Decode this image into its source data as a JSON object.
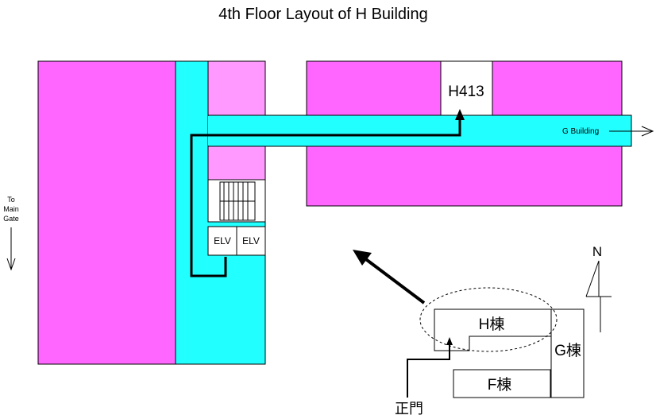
{
  "title": "4th Floor Layout of H Building",
  "labels": {
    "room": "H413",
    "g_building": "G Building",
    "to_main_gate": [
      "To",
      "Main",
      "Gate"
    ],
    "elevator_left": "ELV",
    "elevator_right": "ELV",
    "north": "N"
  },
  "inset": {
    "h_building": "H棟",
    "g_building": "G棟",
    "f_building": "F棟",
    "main_gate": "正門"
  },
  "colors": {
    "room_magenta": "#ff66ff",
    "room_light_magenta": "#ff99ff",
    "corridor_cyan": "#22ffff",
    "outline": "#000000"
  }
}
